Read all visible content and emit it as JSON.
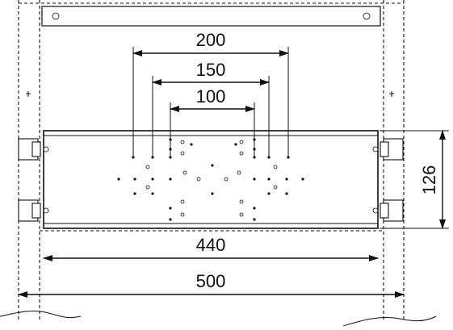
{
  "dimensions": {
    "d200": "200",
    "d150": "150",
    "d100": "100",
    "d440": "440",
    "d500": "500",
    "d126": "126"
  },
  "colors": {
    "line": "#111111",
    "background": "#ffffff"
  }
}
